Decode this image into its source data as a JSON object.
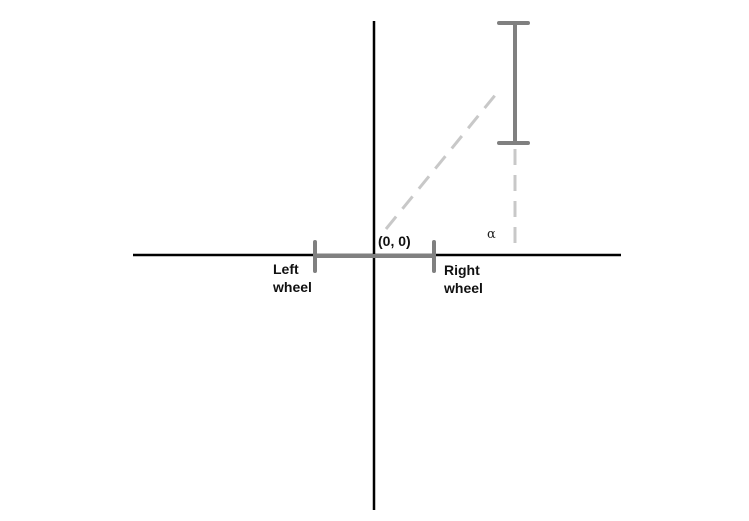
{
  "labels": {
    "origin": "(0, 0)",
    "left_wheel_line1": "Left",
    "left_wheel_line2": "wheel",
    "right_wheel_line1": "Right",
    "right_wheel_line2": "wheel",
    "angle": "α"
  },
  "colors": {
    "axes": "#000000",
    "wheels": "#808080",
    "dashed": "#c8c8c8",
    "text": "#111111"
  }
}
